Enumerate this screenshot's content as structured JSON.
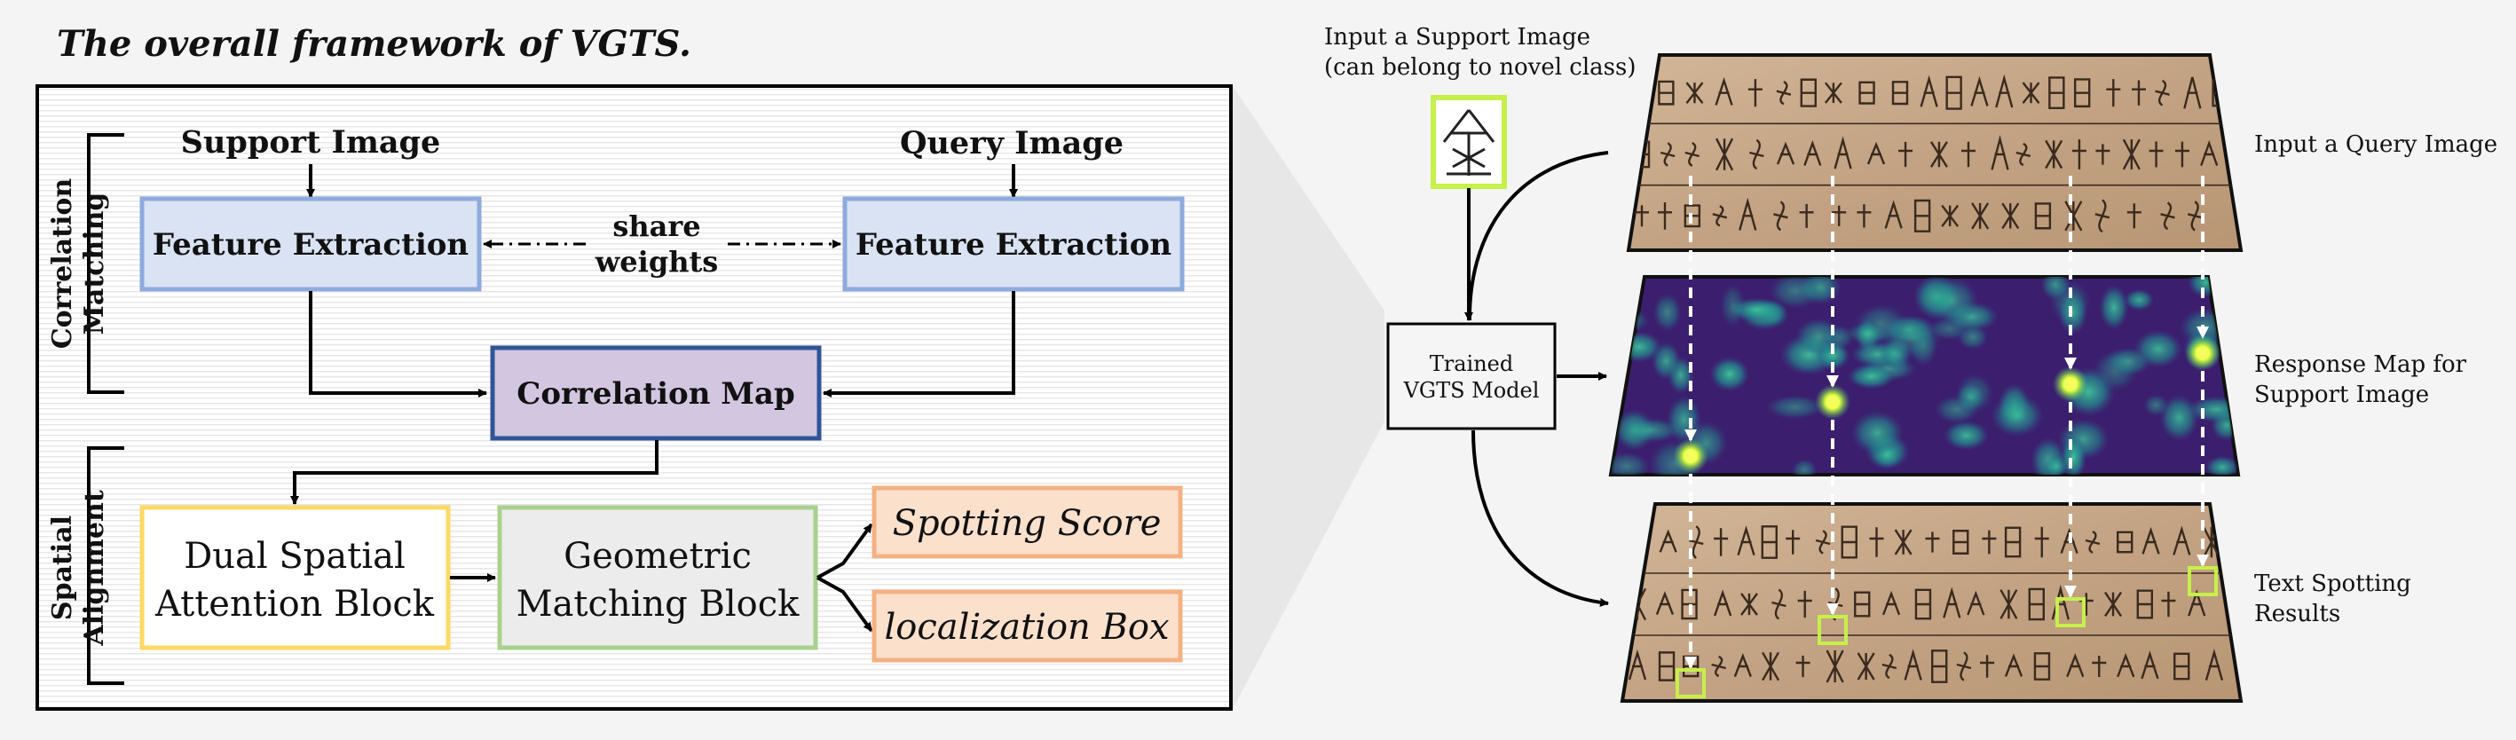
{
  "title": "The overall framework of VGTS.",
  "framework": {
    "section_correlation": "Correlation Matching",
    "section_spatial": "Spatial Alignment",
    "support_image_label": "Support Image",
    "query_image_label": "Query Image",
    "feature_extraction_left": "Feature Extraction",
    "feature_extraction_right": "Feature Extraction",
    "share_weights_1": "share",
    "share_weights_2": "weights",
    "correlation_map": "Correlation Map",
    "dual_spatial_1": "Dual Spatial",
    "dual_spatial_2": "Attention Block",
    "geometric_1": "Geometric",
    "geometric_2": "Matching Block",
    "spotting_score": "Spotting Score",
    "localization_box": "localization Box"
  },
  "pipeline": {
    "input_support_1": "Input a Support Image",
    "input_support_2": "(can belong to novel class)",
    "model_1": "Trained",
    "model_2": "VGTS Model",
    "input_query": "Input a Query Image",
    "response_map_1": "Response Map for",
    "response_map_2": "Support Image",
    "results_1": "Text Spotting",
    "results_2": "Results"
  },
  "colors": {
    "feature_fill": "#dae3f3",
    "feature_stroke": "#8faadc",
    "corr_fill": "#d2c6e1",
    "corr_stroke": "#2f5597",
    "dual_stroke": "#ffd966",
    "geo_fill": "#ececec",
    "geo_stroke": "#a9d18e",
    "output_fill": "#fbe0cc",
    "output_stroke": "#f4b183",
    "highlight": "#c6f04a",
    "heat_bg": "#3b1f6e",
    "parchment": "#c8a98a"
  }
}
